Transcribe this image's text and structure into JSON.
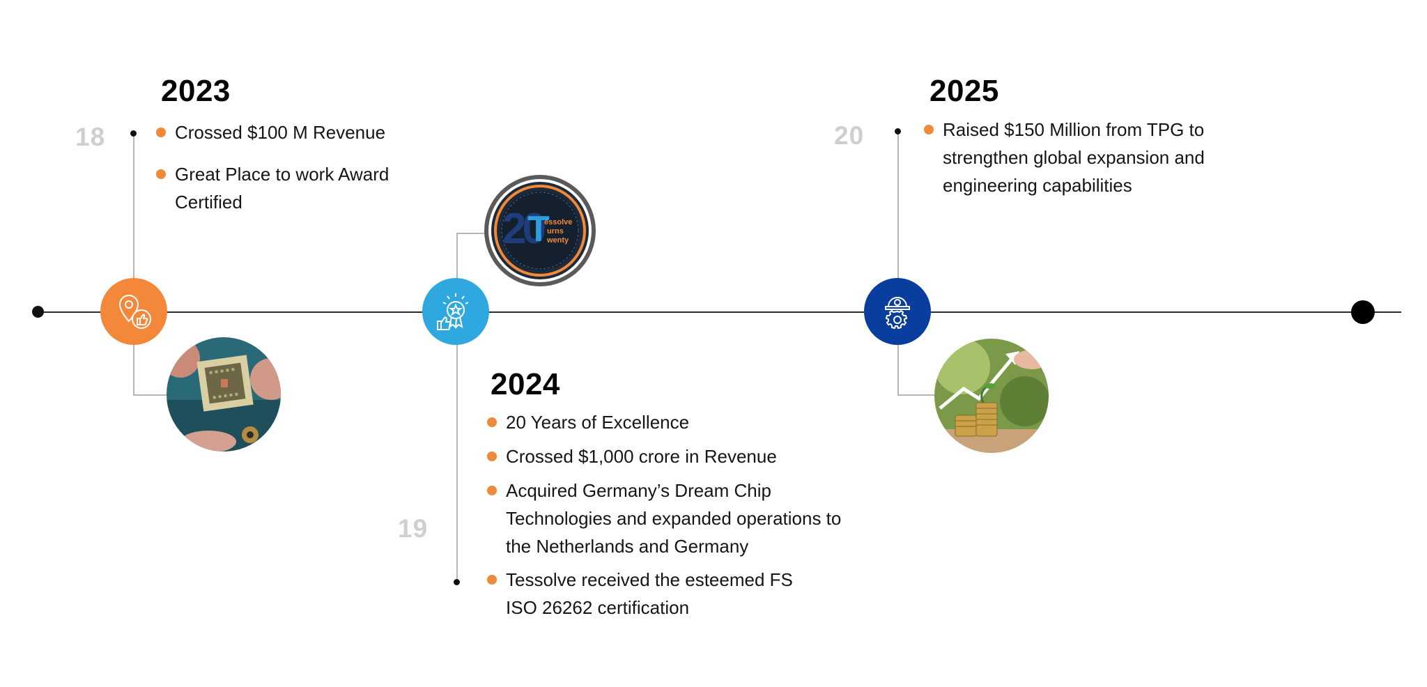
{
  "colors": {
    "accent_orange": "#F3883A",
    "accent_sky": "#2EA8DE",
    "accent_navy": "#0A3E9E",
    "bullet": "#F08A3A",
    "index_gray": "#CFCFCF"
  },
  "milestones": [
    {
      "index": "18",
      "year": "2023",
      "icon": "location-thumbs-up-icon",
      "items": [
        "Crossed $100 M Revenue",
        "Great Place to work Award Certified"
      ]
    },
    {
      "index": "19",
      "year": "2024",
      "icon": "award-badge-thumbs-up-icon",
      "items": [
        "20 Years of Excellence",
        "Crossed $1,000 crore in Revenue",
        "Acquired Germany’s Dream Chip Technologies and expanded operations to the Netherlands and Germany",
        "Tessolve received the esteemed FS ISO 26262 certification"
      ],
      "badge": {
        "number": "20",
        "letters": "T",
        "lines": [
          "essolve",
          "urns",
          "wenty"
        ]
      }
    },
    {
      "index": "20",
      "year": "2025",
      "icon": "gear-helmet-icon",
      "items": [
        "Raised $150 Million from TPG to strengthen global expansion and engineering capabilities"
      ]
    }
  ]
}
